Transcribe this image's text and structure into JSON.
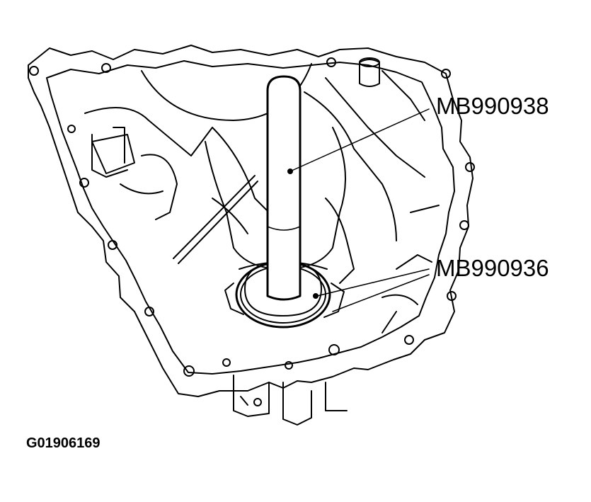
{
  "diagram": {
    "callouts": [
      {
        "label": "MB990938"
      },
      {
        "label": "MB990936"
      }
    ],
    "figure_id": "G01906169",
    "colors": {
      "line": "#000000",
      "background": "#ffffff"
    }
  }
}
